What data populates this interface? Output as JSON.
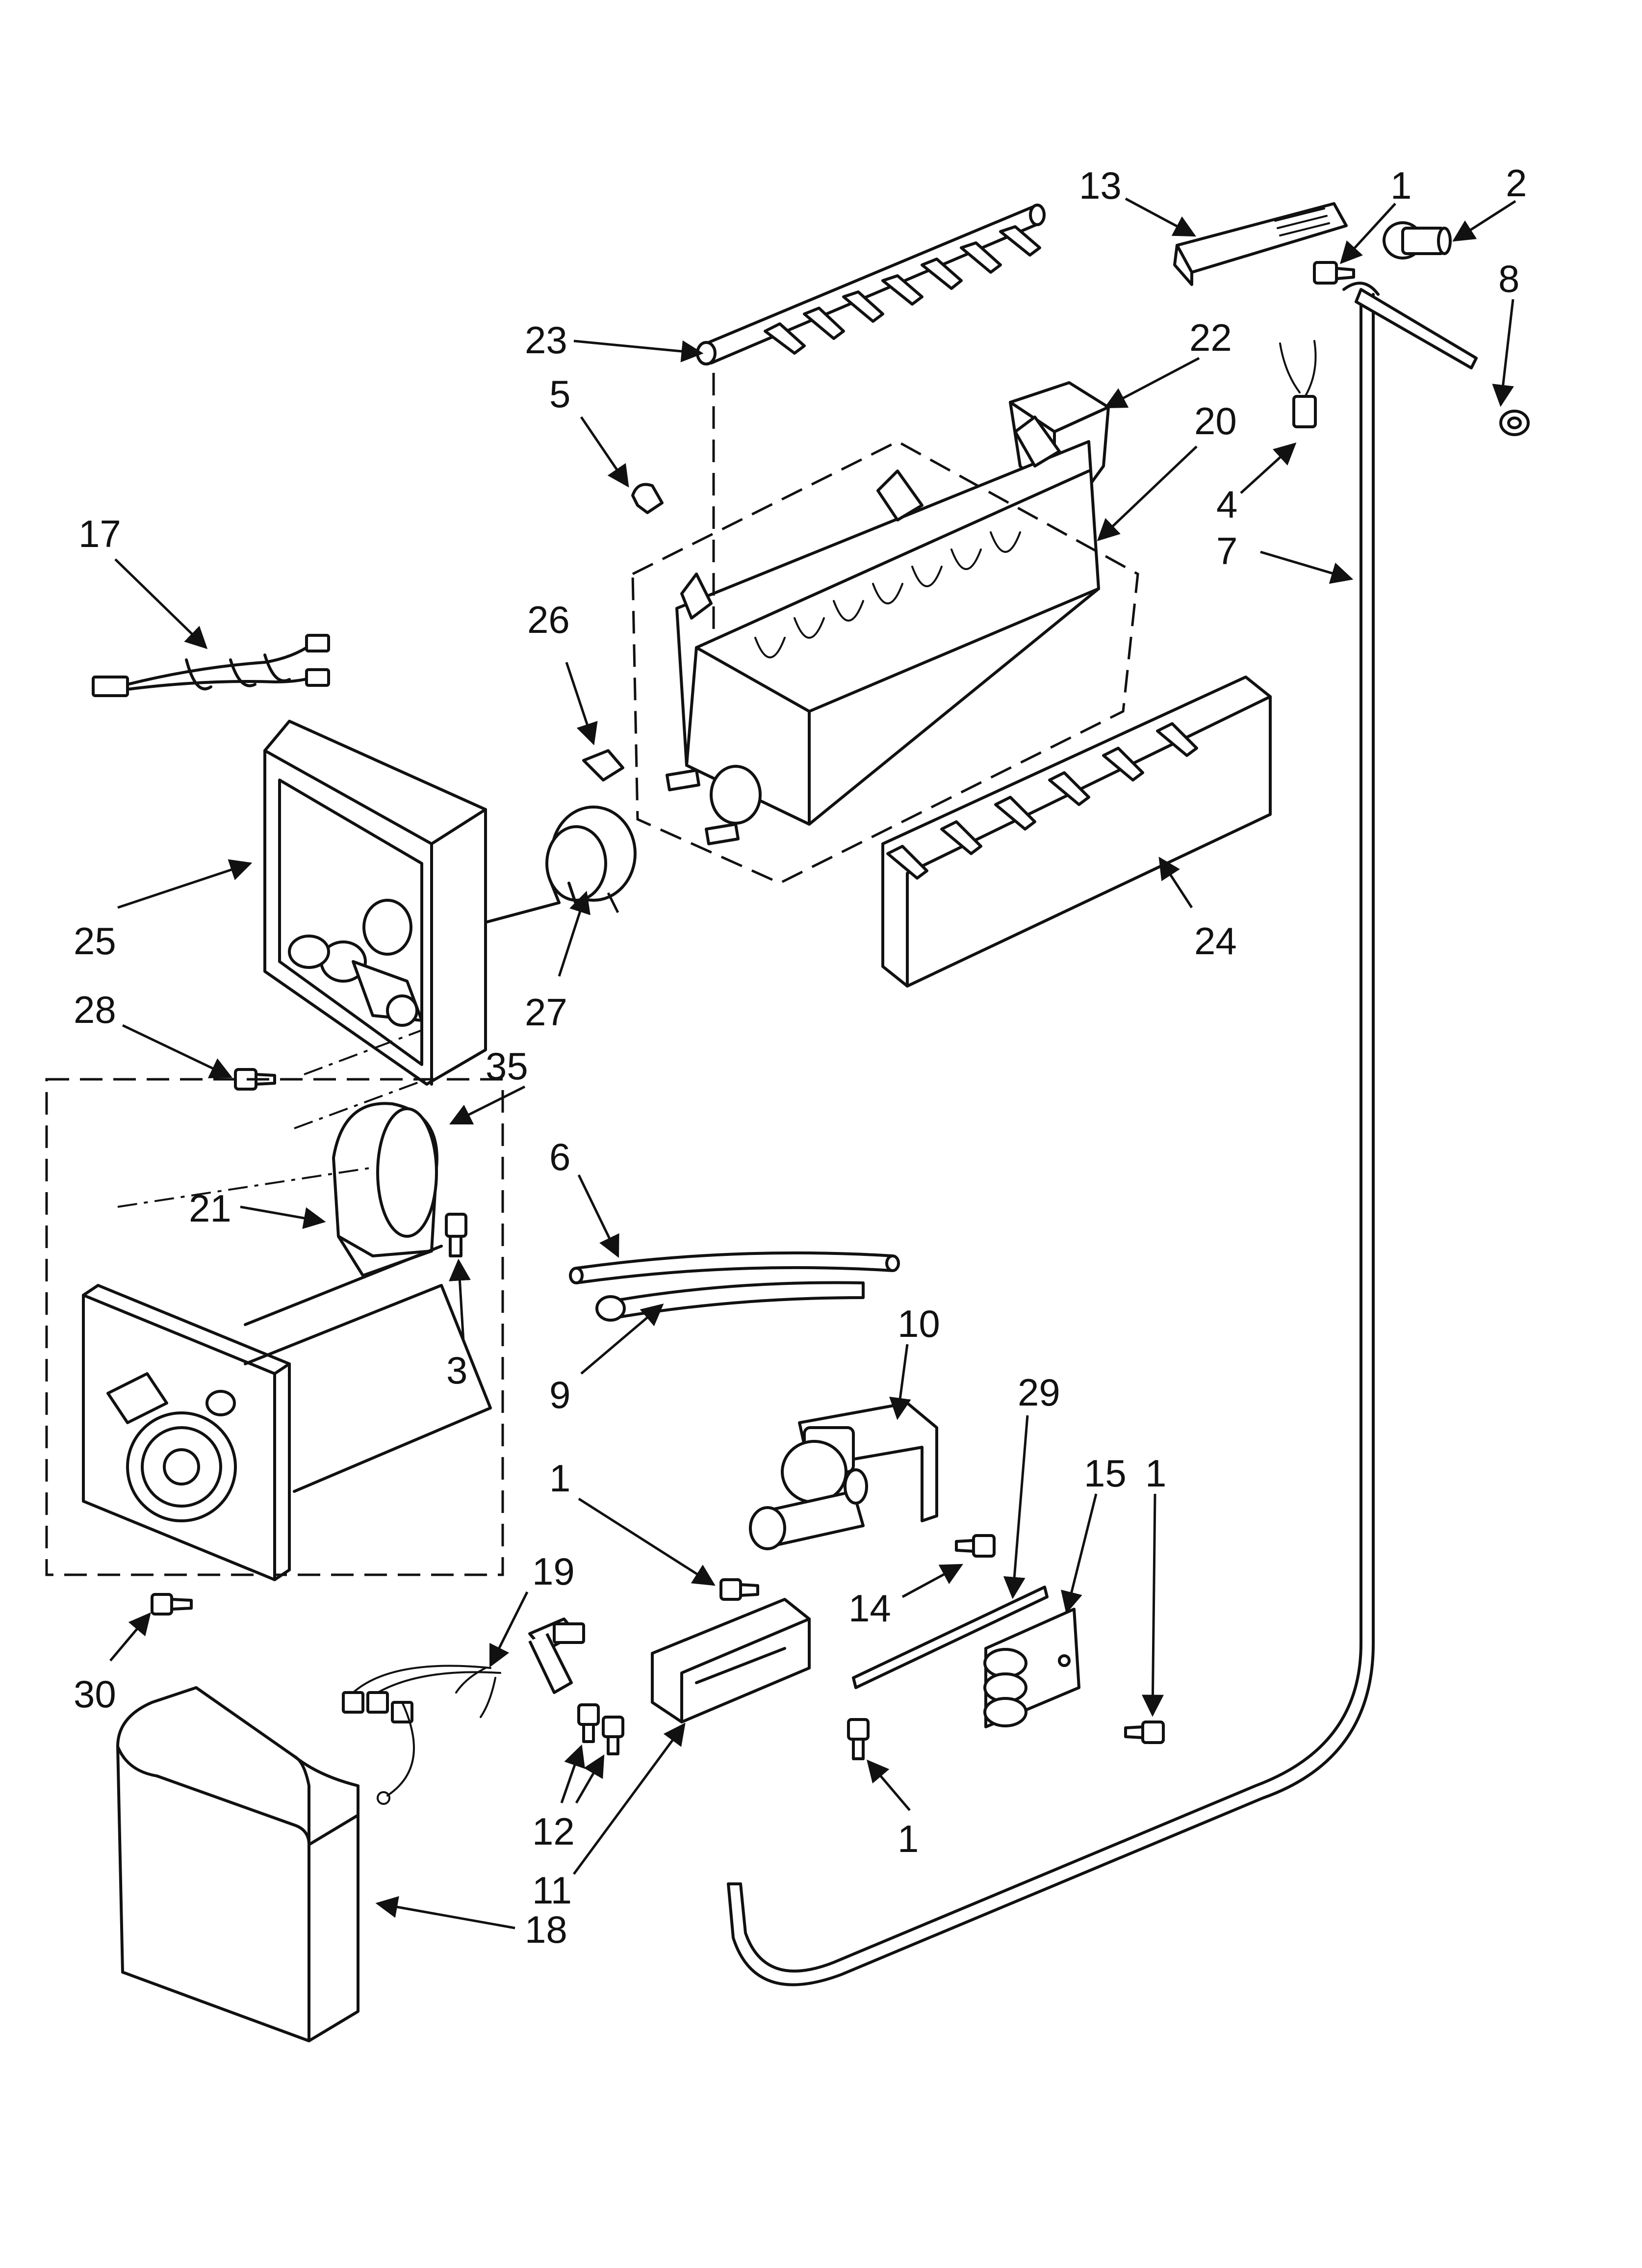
{
  "callouts": {
    "c13": "13",
    "c1_top": "1",
    "c2": "2",
    "c8": "8",
    "c23": "23",
    "c22": "22",
    "c5": "5",
    "c20": "20",
    "c4": "4",
    "c7": "7",
    "c17": "17",
    "c26": "26",
    "c25": "25",
    "c24": "24",
    "c27": "27",
    "c28": "28",
    "c35": "35",
    "c6": "6",
    "c21": "21",
    "c3": "3",
    "c9": "9",
    "c10": "10",
    "c29": "29",
    "c15": "15",
    "c1_mid": "1",
    "c1_right": "1",
    "c19": "19",
    "c14": "14",
    "c30": "30",
    "c12": "12",
    "c1_bottom": "1",
    "c11": "11",
    "c18": "18"
  }
}
